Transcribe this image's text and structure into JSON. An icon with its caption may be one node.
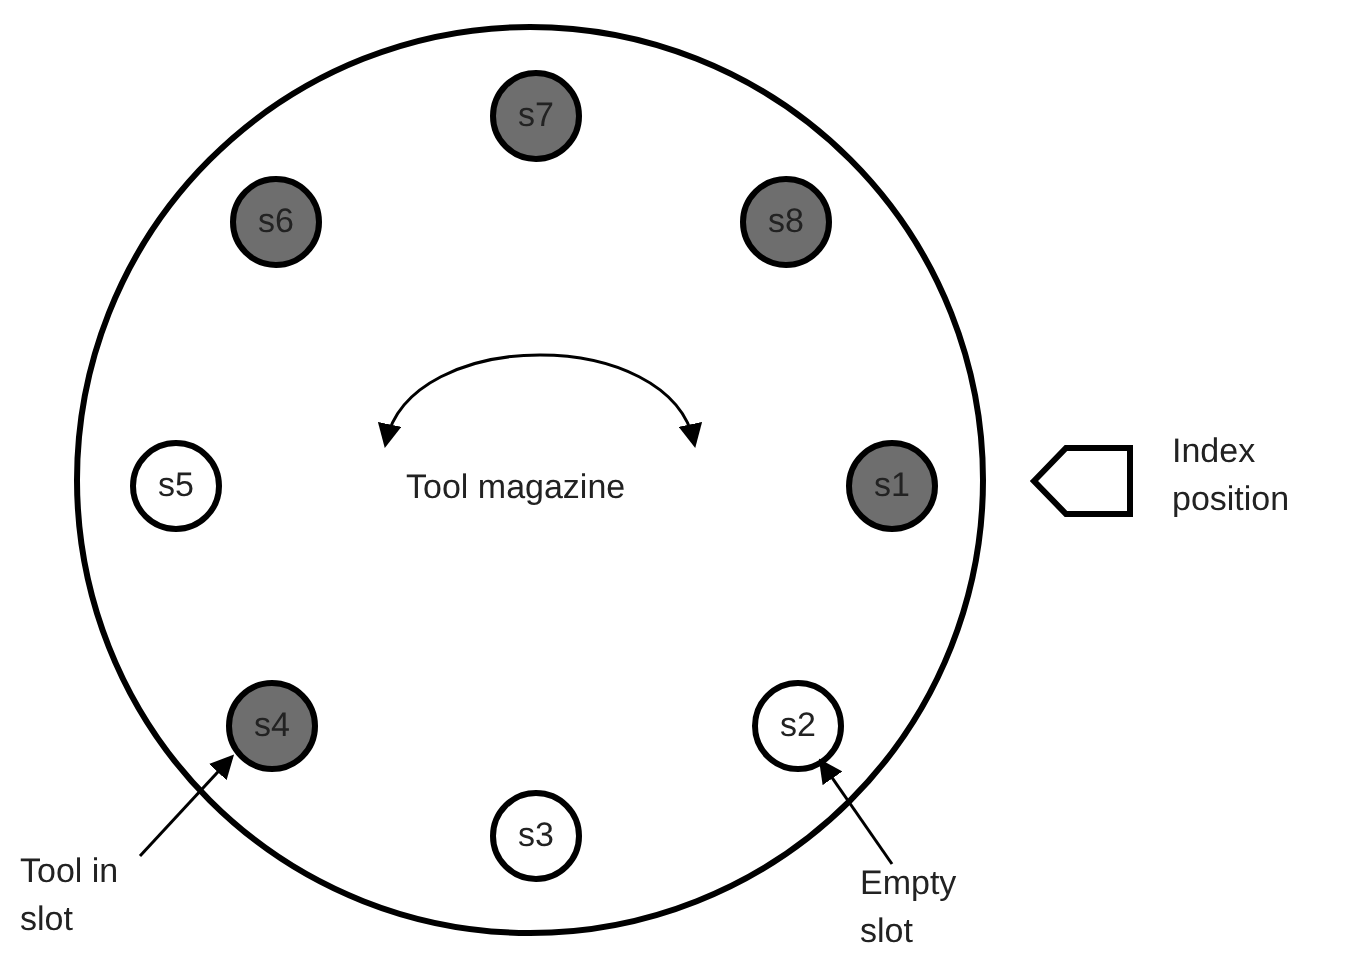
{
  "diagram": {
    "nodes": [
      {
        "text": [
          "Tool magazine"
        ]
      },
      {
        "text": [
          "s7"
        ],
        "in": 0
      },
      {
        "text": [
          "s6"
        ],
        "in": 0
      },
      {
        "text": [
          "s8"
        ],
        "in": 0
      },
      {
        "text": [
          "s5"
        ],
        "in": 0
      },
      {
        "text": [
          "s1"
        ],
        "in": 0
      },
      {
        "text": [
          "s4"
        ],
        "in": 0
      },
      {
        "text": [
          "s2"
        ],
        "in": 0
      },
      {
        "text": [
          "s3"
        ],
        "in": 0
      },
      {
        "text": [],
        "shape": "pentagon",
        "beside": [
          "Index position"
        ]
      },
      {
        "text": [
          "Tool in slot"
        ]
      },
      {
        "text": [
          "Empty slot"
        ]
      }
    ],
    "edges": [
      {
        "from": 10,
        "to": 6,
        "arrow": "to"
      },
      {
        "from": 11,
        "to": 7,
        "arrow": "to"
      }
    ]
  }
}
